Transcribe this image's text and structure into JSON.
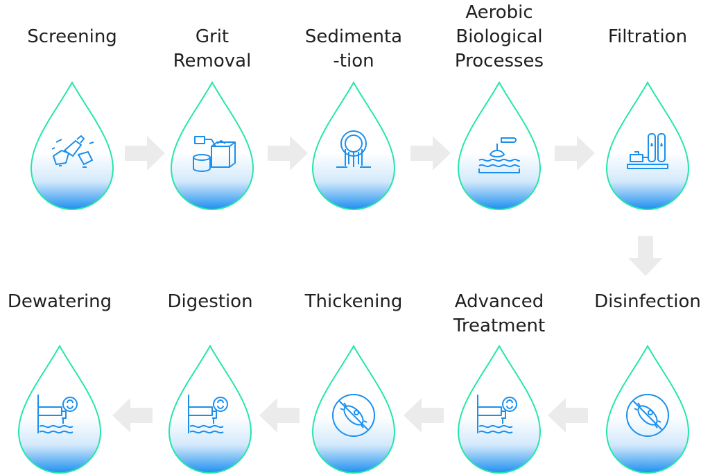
{
  "colors": {
    "drop_outline": "#24e6a8",
    "drop_fill_bottom": "#1e8ff0",
    "icon_stroke": "#1a8fee",
    "arrow": "#ebebeb",
    "text": "#1f1f1f"
  },
  "steps": [
    {
      "label": "Screening",
      "icon": "plastic-waste-icon"
    },
    {
      "label": "Grit\nRemoval",
      "icon": "grit-tank-icon"
    },
    {
      "label": "Sedimenta\n-tion",
      "icon": "outfall-pipe-icon"
    },
    {
      "label": "Aerobic\nBiological\nProcesses",
      "icon": "aeration-icon"
    },
    {
      "label": "Filtration",
      "icon": "filter-tanks-icon"
    },
    {
      "label": "Disinfection",
      "icon": "no-bacteria-icon"
    },
    {
      "label": "Advanced\nTreatment",
      "icon": "pipe-valve-icon"
    },
    {
      "label": "Thickening",
      "icon": "no-bacteria-icon"
    },
    {
      "label": "Digestion",
      "icon": "pipe-valve-icon"
    },
    {
      "label": "Dewatering",
      "icon": "pipe-valve-icon"
    }
  ]
}
